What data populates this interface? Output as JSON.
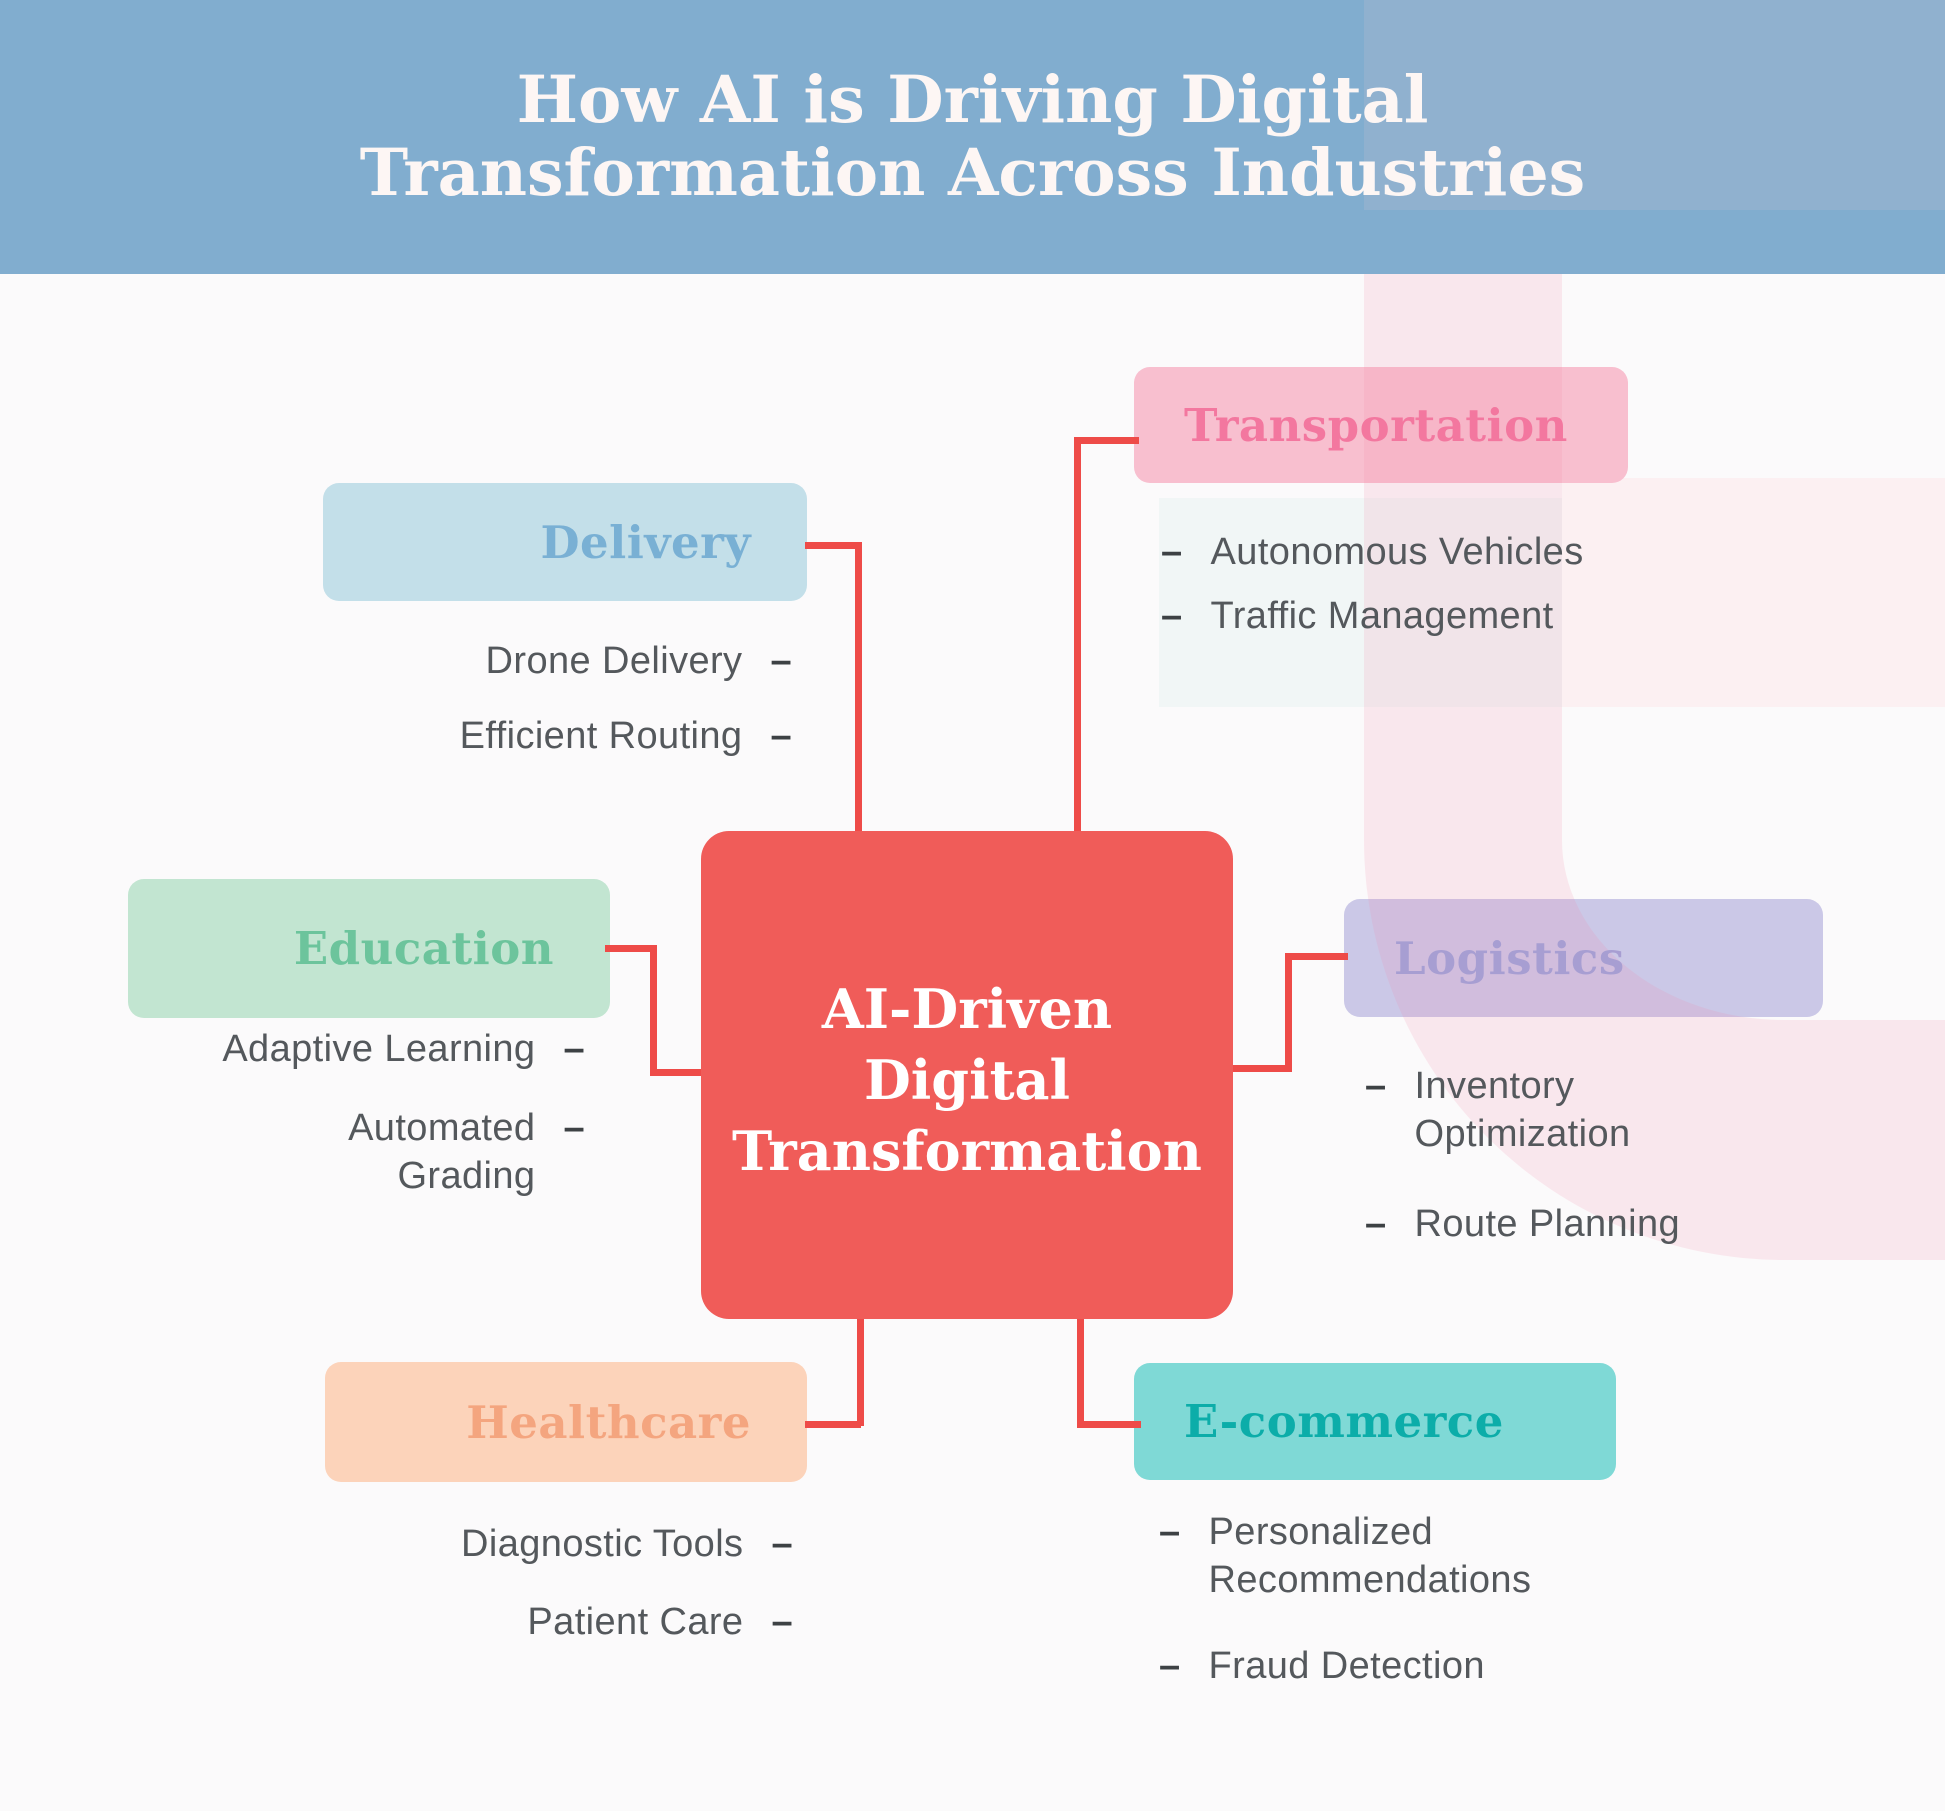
{
  "ui": {
    "dash": "–"
  },
  "header": {
    "title_line1": "How AI is Driving Digital",
    "title_line2": "Transformation Across Industries"
  },
  "center": {
    "lines": [
      "AI-Driven",
      "Digital",
      "Transformation"
    ]
  },
  "branches": {
    "delivery": {
      "title": "Delivery",
      "items": [
        "Drone Delivery",
        "Efficient Routing"
      ]
    },
    "transportation": {
      "title": "Transportation",
      "items": [
        "Autonomous Vehicles",
        "Traffic Management"
      ]
    },
    "education": {
      "title": "Education",
      "items": [
        "Adaptive Learning",
        "Automated Grading"
      ]
    },
    "logistics": {
      "title": "Logistics",
      "items": [
        "Inventory Optimization",
        "Route Planning"
      ]
    },
    "healthcare": {
      "title": "Healthcare",
      "items": [
        "Diagnostic Tools",
        "Patient Care"
      ]
    },
    "ecommerce": {
      "title": "E-commerce",
      "items": [
        "Personalized Recommendations",
        "Fraud Detection"
      ]
    }
  },
  "colors": {
    "header_bg": "#81adcf",
    "header_text": "#fdf6f4",
    "canvas_bg": "#fbfafb",
    "connector": "#ee4b48",
    "center_bg": "#f05c59",
    "center_text": "#ffffff",
    "item_text": "#54585c",
    "delivery_box": "#c3dfe9",
    "delivery_title": "#79b0d4",
    "transportation_box": "#f8bfcf",
    "transportation_title": "#f3779f",
    "education_box": "#c2e5d1",
    "education_title": "#6cc49c",
    "logistics_box": "#cbc8e7",
    "logistics_title": "#a79ed2",
    "healthcare_box": "#fcd3ba",
    "healthcare_title": "#f4a57f",
    "ecommerce_box": "#7fd9d6",
    "ecommerce_title": "#0cada9",
    "decor_pink_band": "#fdedf1",
    "decor_mint_panel": "#f1f6f6",
    "decor_side_band": "#fcf0f2"
  }
}
